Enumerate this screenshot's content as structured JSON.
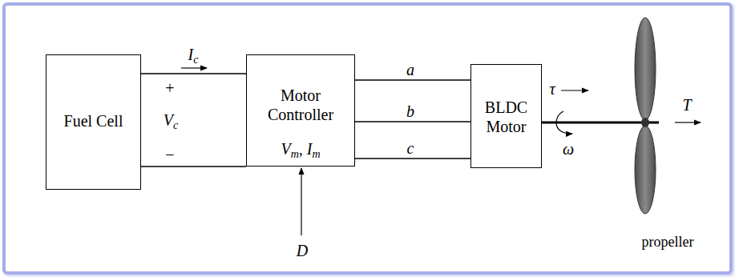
{
  "diagram": {
    "nodes": [
      {
        "text": [
          "Fuel Cell"
        ]
      },
      {
        "text": [
          "Motor Controller",
          "Vm, Im"
        ]
      },
      {
        "text": [
          "BLDC Motor"
        ]
      }
    ],
    "edges": [
      {
        "from": 0,
        "to": 1,
        "arrow": "none"
      },
      {
        "from": 0,
        "to": 1,
        "arrow": "none"
      },
      {
        "from": 1,
        "to": 2,
        "label": "a",
        "arrow": "none"
      },
      {
        "from": 1,
        "to": 2,
        "label": "b",
        "arrow": "none"
      },
      {
        "from": 1,
        "to": 2,
        "label": "c",
        "arrow": "none"
      }
    ],
    "labels": [
      "Ic",
      "+",
      "Vc",
      "−",
      "D",
      "τ",
      "ω",
      "T",
      "propeller"
    ]
  }
}
